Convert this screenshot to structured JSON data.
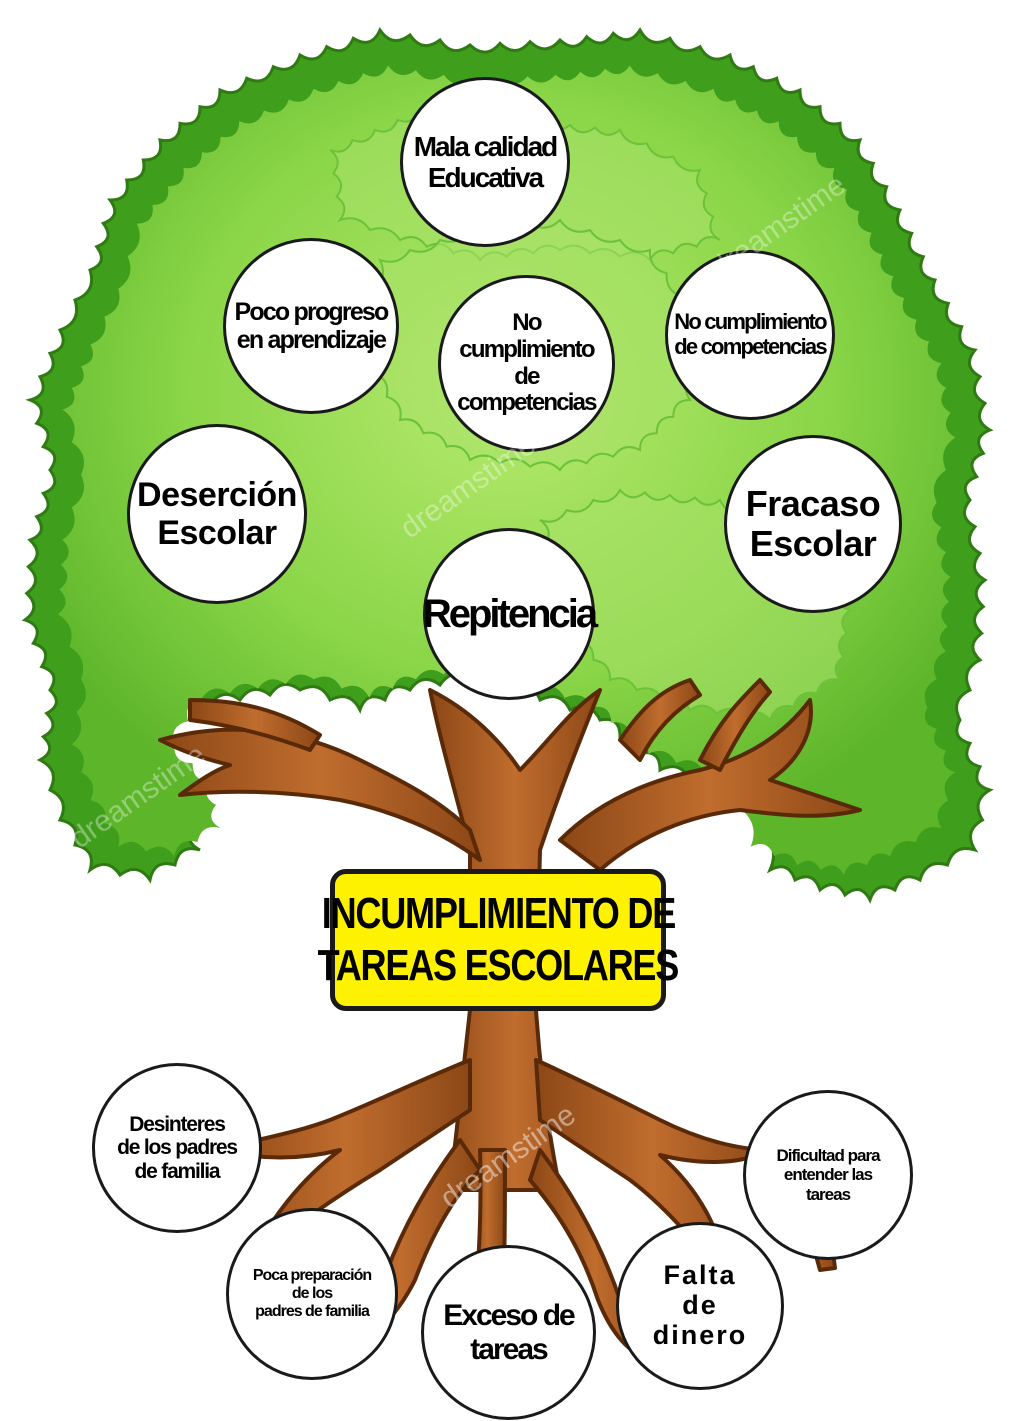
{
  "title": "INCUMPLIMIENTO DE TAREAS ESCOLARES",
  "title_lines": [
    "INCUMPLIMIENTO DE",
    "TAREAS ESCOLARES"
  ],
  "effects": [
    {
      "id": "mala-calidad",
      "text": "Mala calidad\nEducativa"
    },
    {
      "id": "poco-progreso",
      "text": "Poco progreso\nen aprendizaje"
    },
    {
      "id": "no-cumplimiento-center",
      "text": "No cumplimiento\nde competencias"
    },
    {
      "id": "no-cumplimiento-right",
      "text": "No cumplimiento\nde competencias"
    },
    {
      "id": "desercion",
      "text": "Deserción\nEscolar"
    },
    {
      "id": "fracaso",
      "text": "Fracaso\nEscolar"
    },
    {
      "id": "repitencia",
      "text": "Repitencia"
    }
  ],
  "causes": [
    {
      "id": "desinteres",
      "text": "Desinteres\nde los padres\nde familia"
    },
    {
      "id": "poca-preparacion",
      "text": "Poca preparación\nde los\npadres de familia"
    },
    {
      "id": "exceso",
      "text": "Exceso de\ntareas"
    },
    {
      "id": "falta-dinero",
      "text": "Falta\nde\ndinero"
    },
    {
      "id": "dificultad",
      "text": "Dificultad para\nentender las\ntareas"
    }
  ],
  "watermark": "dreamstime",
  "colors": {
    "canopy": "#7ccf3c",
    "canopy_dark": "#3f9e1c",
    "canopy_light": "#a9e26a",
    "trunk": "#b5652a",
    "trunk_dark": "#6b3410",
    "box": "#fff200"
  }
}
